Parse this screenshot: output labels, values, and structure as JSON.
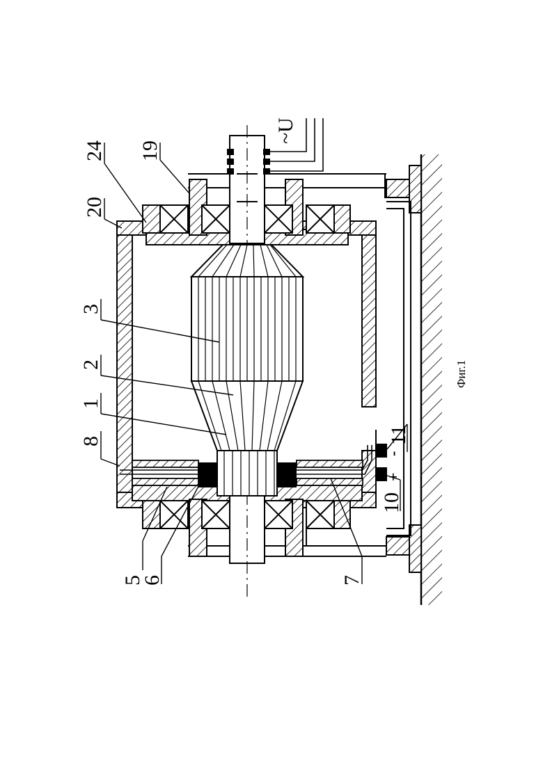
{
  "labels": {
    "l24": "24",
    "l19": "19",
    "l20": "20",
    "l3": "3",
    "l2": "2",
    "l1": "1",
    "l8": "8",
    "l5": "5",
    "l6": "6",
    "l7": "7",
    "l10": "10",
    "l11": "11"
  },
  "terminals": {
    "plus": "+",
    "minus": "-"
  },
  "supply": "~U",
  "caption": "Фиг.1",
  "colors": {
    "ink": "#000000",
    "paper": "#ffffff"
  }
}
